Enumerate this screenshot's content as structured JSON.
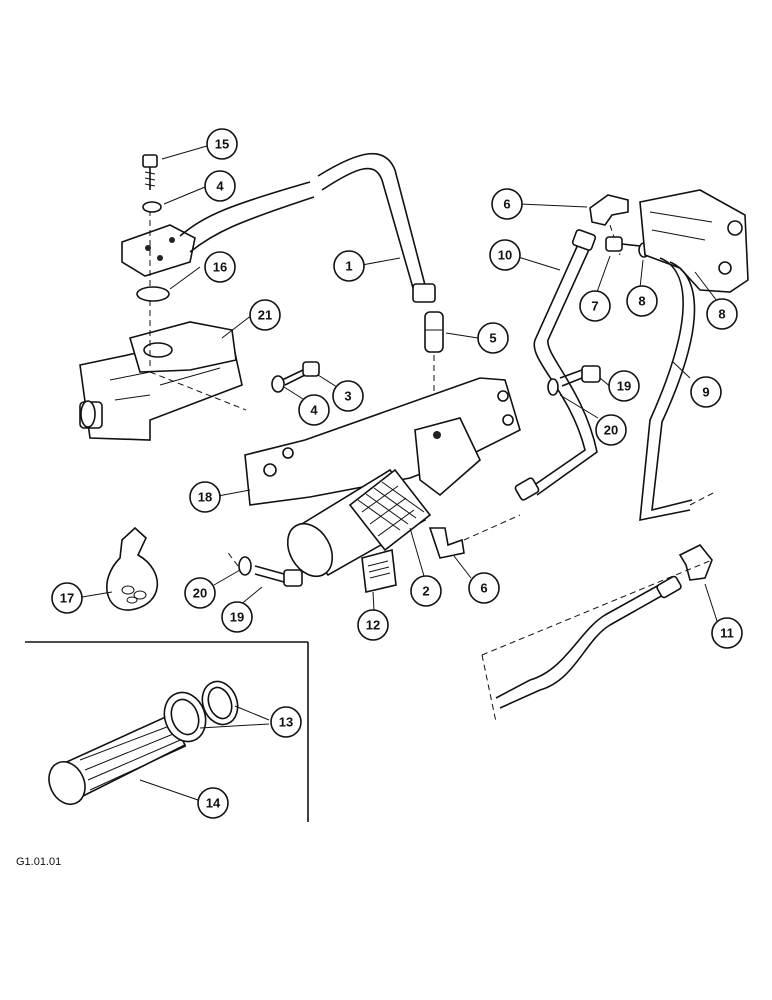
{
  "figure": {
    "reference_code": "G1.01.01",
    "callouts": [
      "1",
      "2",
      "3",
      "4",
      "5",
      "6",
      "7",
      "8",
      "9",
      "10",
      "11",
      "12",
      "13",
      "14",
      "15",
      "16",
      "17",
      "18",
      "19",
      "20",
      "21"
    ]
  },
  "callout_labels": {
    "c1": "1",
    "c2": "2",
    "c3": "3",
    "c4a": "4",
    "c4b": "4",
    "c5": "5",
    "c6a": "6",
    "c6b": "6",
    "c7": "7",
    "c8a": "8",
    "c8b": "8",
    "c9": "9",
    "c10": "10",
    "c11": "11",
    "c12": "12",
    "c13": "13",
    "c14": "14",
    "c15": "15",
    "c16": "16",
    "c17": "17",
    "c18": "18",
    "c19a": "19",
    "c19b": "19",
    "c20a": "20",
    "c20b": "20",
    "c21": "21"
  },
  "colors": {
    "ink": "#111111",
    "paper": "#ffffff"
  }
}
